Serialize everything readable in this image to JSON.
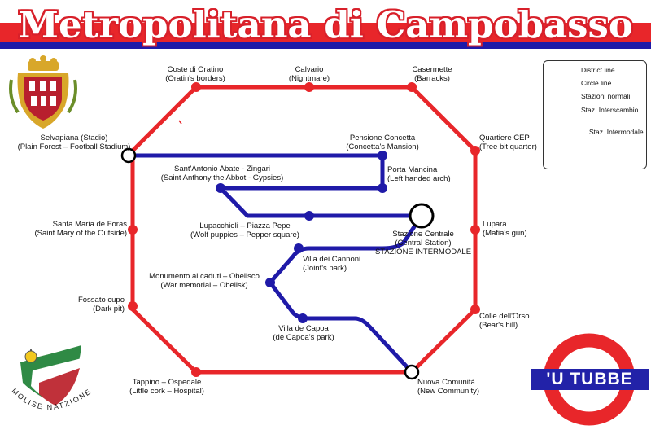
{
  "title": "Metropolitana di Campobasso",
  "legend": {
    "district_line": "District line",
    "circle_line": "Circle line",
    "stazioni_normali": "Stazioni normali",
    "staz_interscambio": "Staz. Interscambio",
    "staz_intermodale": "Staz. Intermodale"
  },
  "colors": {
    "circle_line": "#e8262a",
    "district_line": "#1f1aa8",
    "title_red": "#e8262a",
    "title_blue": "#1f1aa8"
  },
  "stations": {
    "coste": {
      "name": "Coste di Oratino",
      "sub": "(Oratin's borders)"
    },
    "calvario": {
      "name": "Calvario",
      "sub": "(Nightmare)"
    },
    "casermette": {
      "name": "Casermette",
      "sub": "(Barracks)"
    },
    "selvapiana": {
      "name": "Selvapiana (Stadio)",
      "sub": "(Plain Forest – Football Stadium)"
    },
    "quartiere": {
      "name": "Quartiere CEP",
      "sub": "(Tree bit quarter)"
    },
    "pensione": {
      "name": "Pensione Concetta",
      "sub": "(Concetta's Mansion)"
    },
    "sant_antonio": {
      "name": "Sant'Antonio Abate - Zingari",
      "sub": "(Saint Anthony the Abbot - Gypsies)"
    },
    "porta": {
      "name": "Porta Mancina",
      "sub": "(Left handed arch)"
    },
    "santa_maria": {
      "name": "Santa Maria de Foras",
      "sub": "(Saint Mary of the Outside)"
    },
    "lupacchioli": {
      "name": "Lupacchioli – Piazza Pepe",
      "sub": "(Wolf puppies – Pepper square)"
    },
    "lupara": {
      "name": "Lupara",
      "sub": "(Mafia's gun)"
    },
    "centrale": {
      "name": "Stazione Centrale",
      "sub": "(Central Station)",
      "extra": "STAZIONE INTERMODALE"
    },
    "cannoni": {
      "name": "Villa dei Cannoni",
      "sub": "(Joint's park)"
    },
    "monumento": {
      "name": "Monumento ai caduti – Obelisco",
      "sub": "(War memorial – Obelisk)"
    },
    "fossato": {
      "name": "Fossato cupo",
      "sub": "(Dark pit)"
    },
    "colle": {
      "name": "Colle dell'Orso",
      "sub": "(Bear's hill)"
    },
    "capoa": {
      "name": "Villa de Capoa",
      "sub": "(de Capoa's park)"
    },
    "tappino": {
      "name": "Tappino – Ospedale",
      "sub": "(Little cork – Hospital)"
    },
    "nuova": {
      "name": "Nuova Comunità",
      "sub": "(New Community)"
    }
  },
  "logo_molise": "MOLISE NATZIONE",
  "logo_tube": "'U TUBBE"
}
